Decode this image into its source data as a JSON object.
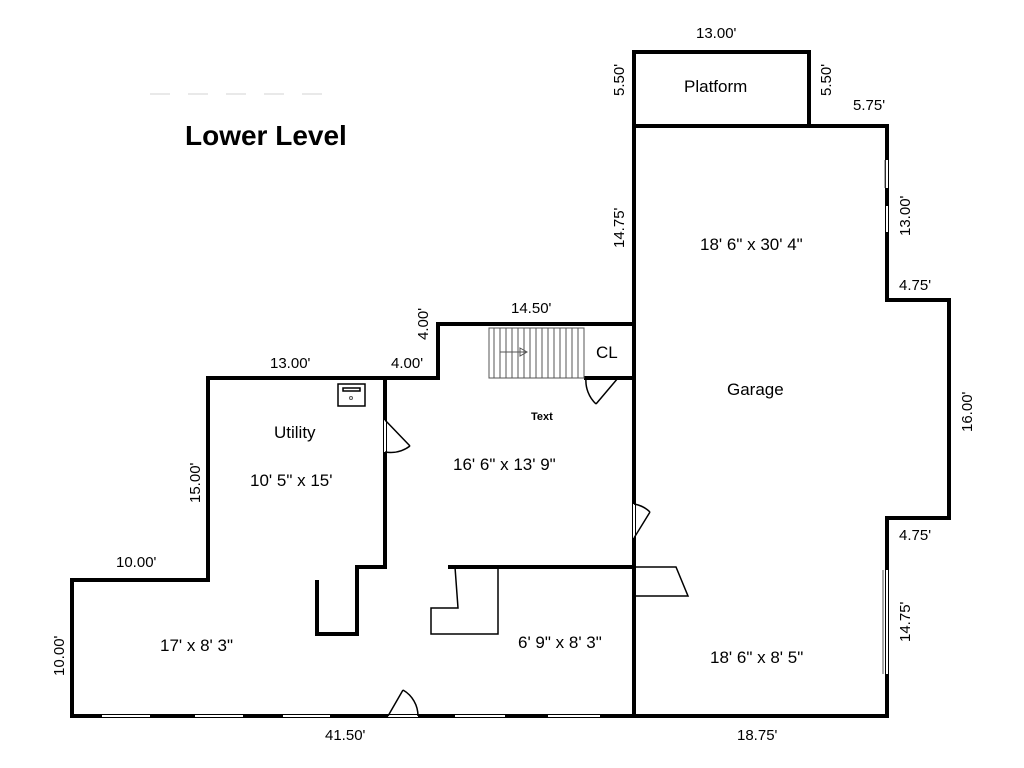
{
  "title": "Lower Level",
  "rooms": {
    "platform": "Platform",
    "garage_upper_size": "18' 6\" x 30' 4\"",
    "garage": "Garage",
    "garage_lower_size": "18' 6\" x 8' 5\"",
    "closet": "CL",
    "text_label": "Text",
    "main_size": "16' 6\" x 13' 9\"",
    "utility": "Utility",
    "utility_size": "10' 5\" x 15'",
    "left_bottom_size": "17' x 8' 3\"",
    "center_bottom_size": "6' 9\" x 8' 3\""
  },
  "dimensions": {
    "platform_top": "13.00'",
    "platform_left": "5.50'",
    "platform_right": "5.50'",
    "garage_top_right": "5.75'",
    "garage_right_upper": "13.00'",
    "garage_left_upper": "14.75'",
    "bump_top": "4.75'",
    "bump_right": "16.00'",
    "bump_bottom": "4.75'",
    "garage_right_lower": "14.75'",
    "bottom_right": "18.75'",
    "bottom_left": "41.50'",
    "stair_top": "14.50'",
    "stair_left": "4.00'",
    "step_top": "4.00'",
    "utility_top": "13.00'",
    "utility_left": "15.00'",
    "left_top": "10.00'",
    "left_side": "10.00'"
  }
}
